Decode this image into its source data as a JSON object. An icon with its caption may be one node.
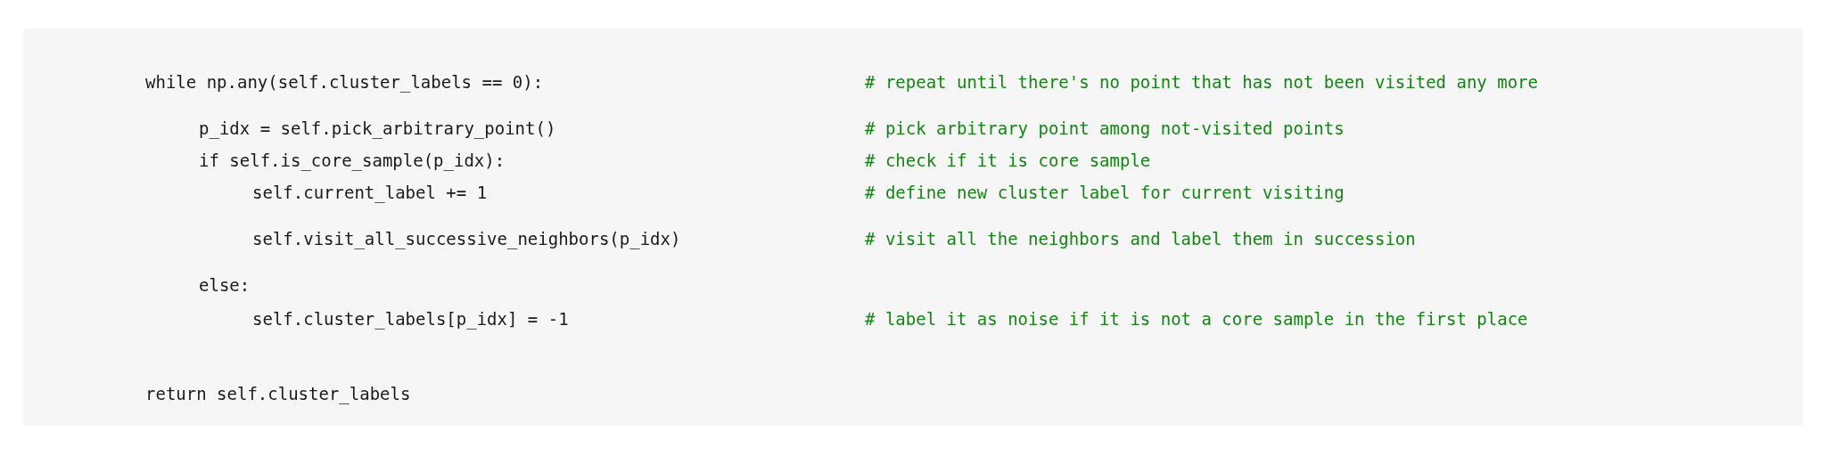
{
  "diagram": {
    "labels": [
      "while np.any(self.cluster_labels == 0):",
      "# repeat until there's no point that has not been visited any more",
      "p_idx = self.pick_arbitrary_point()",
      "# pick arbitrary point among not-visited points",
      "if self.is_core_sample(p_idx):",
      "# check if it is core sample",
      "self.current_label += 1",
      "# define new cluster label for current visiting",
      "self.visit_all_successive_neighbors(p_idx)",
      "# visit all the neighbors and label them in succession",
      "else:",
      "self.cluster_labels[p_idx] = -1",
      "# label it as noise if it is not a core sample in the first place",
      "return self.cluster_labels"
    ]
  }
}
